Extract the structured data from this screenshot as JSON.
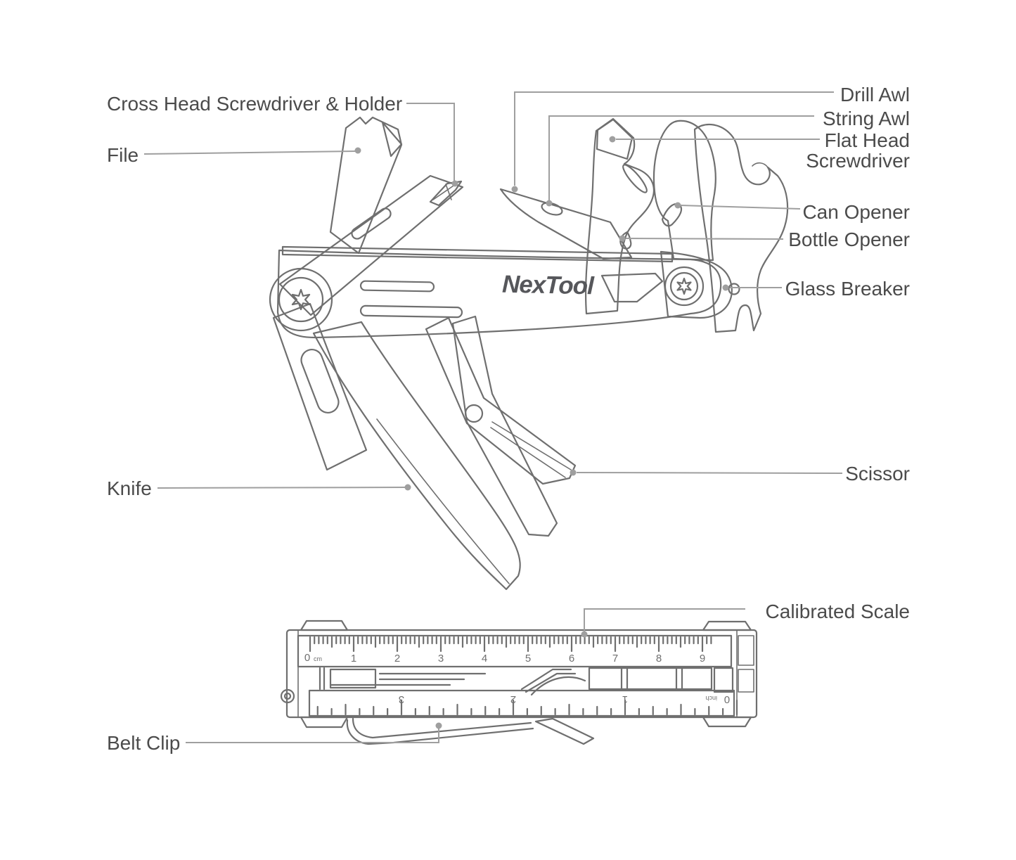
{
  "diagram": {
    "brand": "NexTool",
    "labels": {
      "cross_head": "Cross Head Screwdriver & Holder",
      "file": "File",
      "drill_awl": "Drill Awl",
      "string_awl": "String Awl",
      "flat_head_line1": "Flat Head",
      "flat_head_line2": "Screwdriver",
      "can_opener": "Can Opener",
      "bottle_opener": "Bottle Opener",
      "glass_breaker": "Glass Breaker",
      "scissor": "Scissor",
      "knife": "Knife",
      "calibrated_scale": "Calibrated Scale",
      "belt_clip": "Belt Clip"
    },
    "rulers": {
      "cm": {
        "unit_zero": "0",
        "unit": "cm",
        "numbers": [
          1,
          2,
          3,
          4,
          5,
          6,
          7,
          8,
          9
        ]
      },
      "inch": {
        "unit_zero": "0",
        "unit": "inch",
        "numbers": [
          1,
          2,
          3
        ]
      }
    },
    "colors": {
      "line": "#6f6f6f",
      "label": "#4b4b4b",
      "leader": "#9f9f9f",
      "logo": "#56575b"
    }
  }
}
